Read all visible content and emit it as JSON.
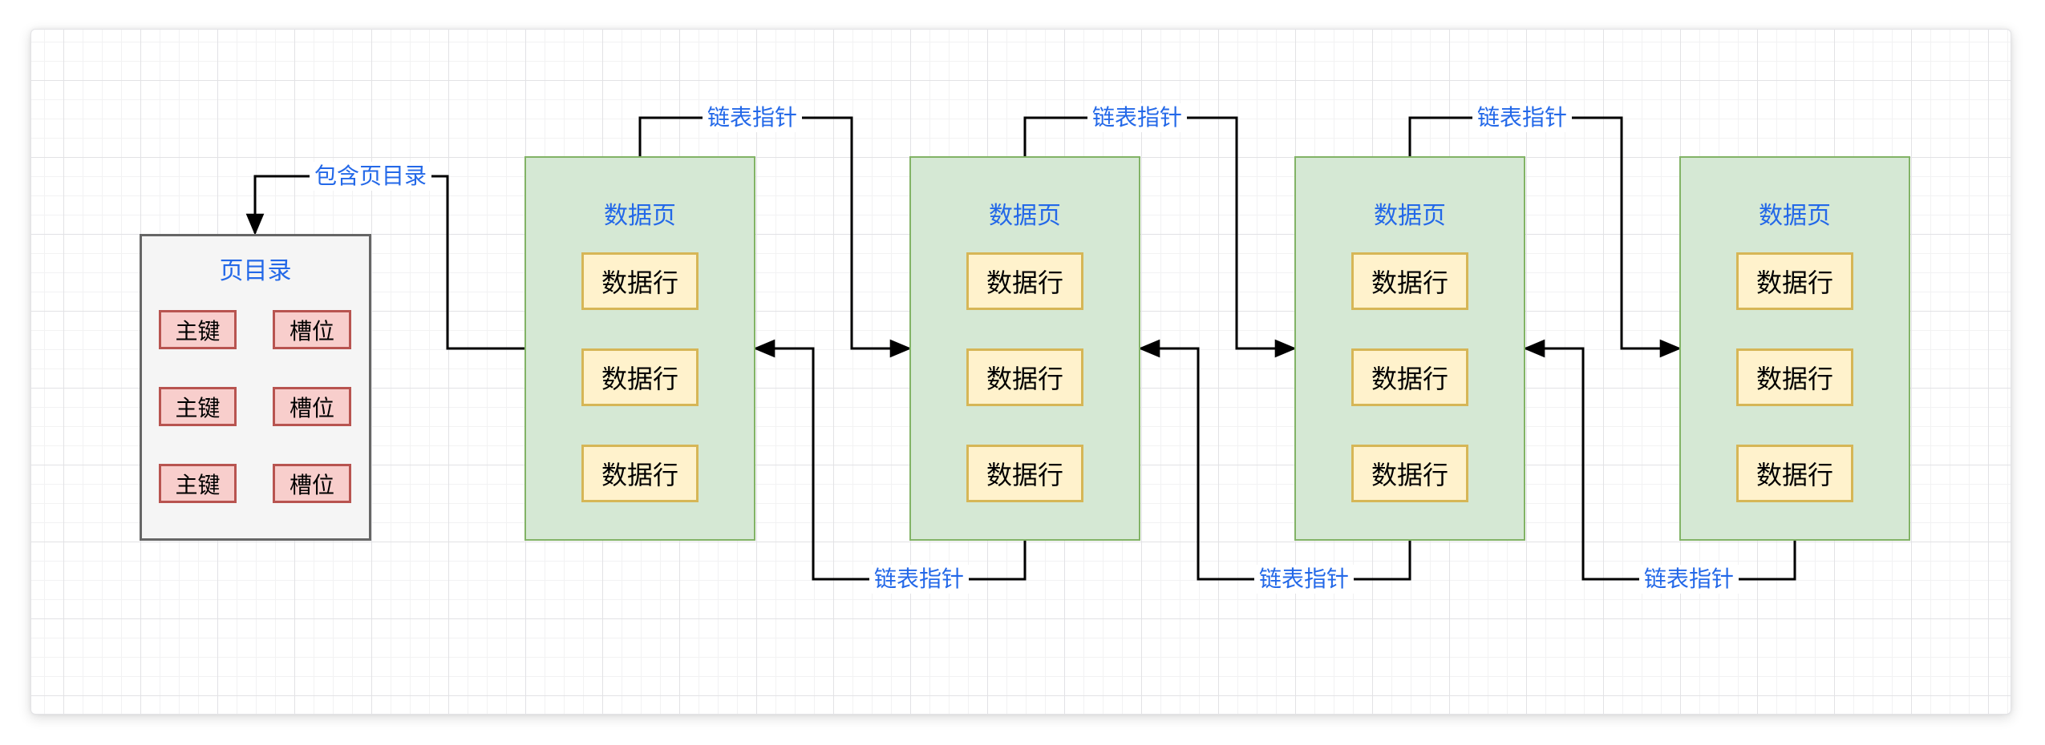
{
  "diagram": {
    "type": "database-page-linked-list",
    "page_directory": {
      "title": "页目录",
      "rows": [
        {
          "key": "主键",
          "slot": "槽位"
        },
        {
          "key": "主键",
          "slot": "槽位"
        },
        {
          "key": "主键",
          "slot": "槽位"
        }
      ]
    },
    "data_pages": [
      {
        "title": "数据页",
        "rows": [
          "数据行",
          "数据行",
          "数据行"
        ]
      },
      {
        "title": "数据页",
        "rows": [
          "数据行",
          "数据行",
          "数据行"
        ]
      },
      {
        "title": "数据页",
        "rows": [
          "数据行",
          "数据行",
          "数据行"
        ]
      },
      {
        "title": "数据页",
        "rows": [
          "数据行",
          "数据行",
          "数据行"
        ]
      }
    ],
    "labels": {
      "contains_directory": "包含页目录",
      "linked_list_pointer": "链表指针"
    },
    "colors": {
      "accent_blue": "#2368e8",
      "green_fill": "#d5e8d4",
      "green_border": "#82b366",
      "yellow_fill": "#fff2cc",
      "yellow_border": "#d6b656",
      "pink_fill": "#f8cecc",
      "pink_border": "#b85450",
      "gray_fill": "#f5f5f5",
      "gray_border": "#666666",
      "line_black": "#000000",
      "canvas_white": "#ffffff",
      "grid_minor": "#f2f2f3",
      "grid_major": "#e2e2e5",
      "outer_bg": "#ffffff"
    }
  }
}
